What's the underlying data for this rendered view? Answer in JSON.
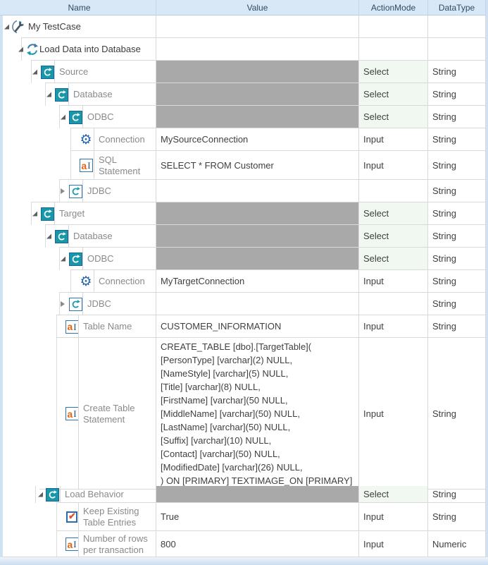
{
  "table": {
    "columns": [
      "Name",
      "Value",
      "ActionMode",
      "DataType"
    ],
    "rows": [
      {
        "name": "My TestCase",
        "value": "",
        "action": "",
        "type": "",
        "icon": "testcase",
        "expander": "expanded",
        "emphasis": true,
        "gray": false
      },
      {
        "name": "Load Data into Database",
        "value": "",
        "action": "",
        "type": "",
        "icon": "refresh",
        "expander": "expanded",
        "emphasis": true,
        "gray": false
      },
      {
        "name": "Source",
        "value": "",
        "action": "Select",
        "type": "String",
        "icon": "module",
        "expander": "expanded",
        "emphasis": false,
        "gray": true
      },
      {
        "name": "Database",
        "value": "",
        "action": "Select",
        "type": "String",
        "icon": "module",
        "expander": "expanded",
        "emphasis": false,
        "gray": true
      },
      {
        "name": "ODBC",
        "value": "",
        "action": "Select",
        "type": "String",
        "icon": "module",
        "expander": "expanded",
        "emphasis": false,
        "gray": true
      },
      {
        "name": "Connection",
        "value": "MySourceConnection",
        "action": "Input",
        "type": "String",
        "icon": "gear",
        "expander": "none",
        "emphasis": false,
        "gray": false
      },
      {
        "name": "SQL Statement",
        "value": "SELECT * FROM Customer",
        "action": "Input",
        "type": "String",
        "icon": "text",
        "expander": "none",
        "emphasis": false,
        "gray": false
      },
      {
        "name": "JDBC",
        "value": "",
        "action": "",
        "type": "String",
        "icon": "module-outline",
        "expander": "collapsed",
        "emphasis": false,
        "gray": false
      },
      {
        "name": "Target",
        "value": "",
        "action": "Select",
        "type": "String",
        "icon": "module",
        "expander": "expanded",
        "emphasis": false,
        "gray": true
      },
      {
        "name": "Database",
        "value": "",
        "action": "Select",
        "type": "String",
        "icon": "module",
        "expander": "expanded",
        "emphasis": false,
        "gray": true
      },
      {
        "name": "ODBC",
        "value": "",
        "action": "Select",
        "type": "String",
        "icon": "module",
        "expander": "expanded",
        "emphasis": false,
        "gray": true
      },
      {
        "name": "Connection",
        "value": "MyTargetConnection",
        "action": "Input",
        "type": "String",
        "icon": "gear",
        "expander": "none",
        "emphasis": false,
        "gray": false
      },
      {
        "name": "JDBC",
        "value": "",
        "action": "",
        "type": "String",
        "icon": "module-outline",
        "expander": "collapsed",
        "emphasis": false,
        "gray": false
      },
      {
        "name": "Table Name",
        "value": "CUSTOMER_INFORMATION",
        "action": "Input",
        "type": "String",
        "icon": "text",
        "expander": "none",
        "emphasis": false,
        "gray": false
      },
      {
        "name": "Create Table Statement",
        "value": "CREATE_TABLE [dbo].[TargetTable](\n[PersonType] [varchar](2) NULL,\n[NameStyle] [varchar](5) NULL,\n[Title] [varchar](8) NULL,\n[FirstName] [varchar](50 NULL,\n[MiddleName] [varchar](50) NULL,\n[LastName] [varchar](50) NULL,\n[Suffix] [varchar](10) NULL,\n[Contact] [varchar](50) NULL,\n[ModifiedDate] [varchar](26) NULL,\n) ON [PRIMARY] TEXTIMAGE_ON [PRIMARY]",
        "action": "Input",
        "type": "String",
        "icon": "text",
        "expander": "none",
        "emphasis": false,
        "gray": false
      },
      {
        "name": "Load Behavior",
        "value": "",
        "action": "Select",
        "type": "String",
        "icon": "module",
        "expander": "expanded",
        "emphasis": false,
        "gray": true
      },
      {
        "name": "Keep Existing Table Entries",
        "value": "True",
        "action": "Input",
        "type": "String",
        "icon": "checkbox",
        "expander": "none",
        "emphasis": false,
        "gray": false
      },
      {
        "name": "Number of rows per transaction",
        "value": "800",
        "action": "Input",
        "type": "Numeric",
        "icon": "text",
        "expander": "none",
        "emphasis": false,
        "gray": false
      }
    ]
  },
  "colors": {
    "accent_teal": "#1797a7",
    "accent_blue": "#2e75b6",
    "select_cell_bg": "#f1f8f1",
    "gray_value_bg": "#a9a9a9",
    "header_bg": "#d9e8f6",
    "header_text": "#2d4a63",
    "label_gray": "#8a8a8a",
    "check_orange": "#e0512c"
  }
}
